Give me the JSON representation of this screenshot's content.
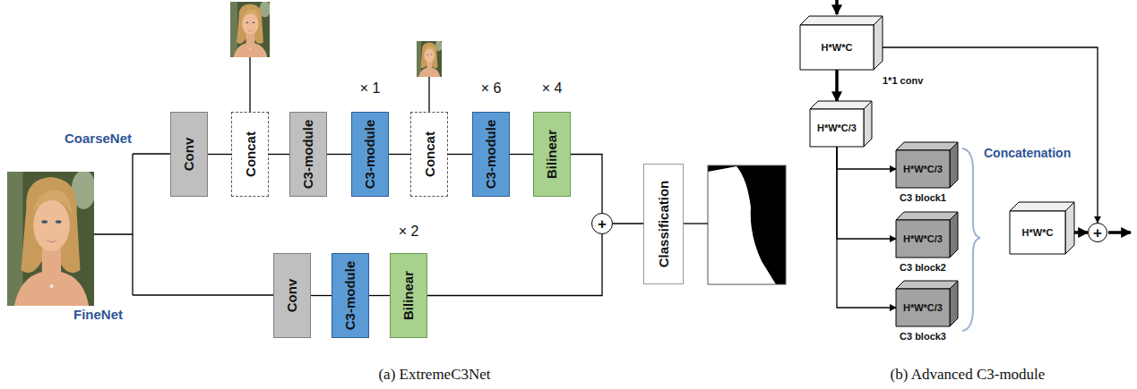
{
  "diagram": {
    "nodes": [
      {
        "text": [
          "Conv"
        ]
      },
      {
        "text": [
          "Concat"
        ]
      },
      {
        "text": [
          "C3-module"
        ]
      },
      {
        "text": [
          "C3-module"
        ]
      },
      {
        "text": [
          "Concat"
        ]
      },
      {
        "text": [
          "C3-module"
        ]
      },
      {
        "text": [
          "Bilinear"
        ]
      },
      {
        "text": [
          "+"
        ]
      },
      {
        "text": [
          "Classification"
        ]
      },
      {
        "text": [
          "Conv"
        ]
      },
      {
        "text": [
          "C3-module"
        ]
      },
      {
        "text": [
          "Bilinear"
        ]
      },
      {
        "text": [
          "H*W*C"
        ]
      },
      {
        "text": [
          "H*W*C/3"
        ]
      },
      {
        "text": [
          "H*W*C/3",
          "C3 block1"
        ]
      },
      {
        "text": [
          "H*W*C/3",
          "C3 block2"
        ]
      },
      {
        "text": [
          "H*W*C/3",
          "C3 block3"
        ]
      },
      {
        "text": [
          "H*W*C"
        ]
      },
      {
        "text": [
          "+"
        ]
      }
    ],
    "edges": [
      {
        "from": 0,
        "to": 1,
        "arrow": "none"
      },
      {
        "from": 1,
        "to": 2,
        "arrow": "none"
      },
      {
        "from": 2,
        "to": 3,
        "arrow": "none"
      },
      {
        "from": 3,
        "to": 4,
        "arrow": "none"
      },
      {
        "from": 4,
        "to": 5,
        "arrow": "none"
      },
      {
        "from": 5,
        "to": 6,
        "arrow": "none"
      },
      {
        "from": 6,
        "to": 7,
        "arrow": "none"
      },
      {
        "from": 9,
        "to": 10,
        "arrow": "none"
      },
      {
        "from": 10,
        "to": 11,
        "arrow": "none"
      },
      {
        "from": 11,
        "to": 7,
        "arrow": "none"
      },
      {
        "from": 7,
        "to": 8,
        "arrow": "none"
      },
      {
        "from": 12,
        "to": 13,
        "arrow": "to"
      },
      {
        "from": 13,
        "to": 14,
        "arrow": "to"
      },
      {
        "from": 13,
        "to": 15,
        "arrow": "to"
      },
      {
        "from": 13,
        "to": 16,
        "arrow": "to"
      },
      {
        "from": 12,
        "to": 18,
        "arrow": "to"
      },
      {
        "from": 17,
        "to": 18,
        "arrow": "to"
      }
    ],
    "labels": [
      "CoarseNet",
      "FineNet",
      "× 1",
      "× 6",
      "× 4",
      "× 2",
      "1*1 conv",
      "Concatenation",
      "(a) ExtremeC3Net",
      "(b) Advanced C3-module"
    ]
  }
}
